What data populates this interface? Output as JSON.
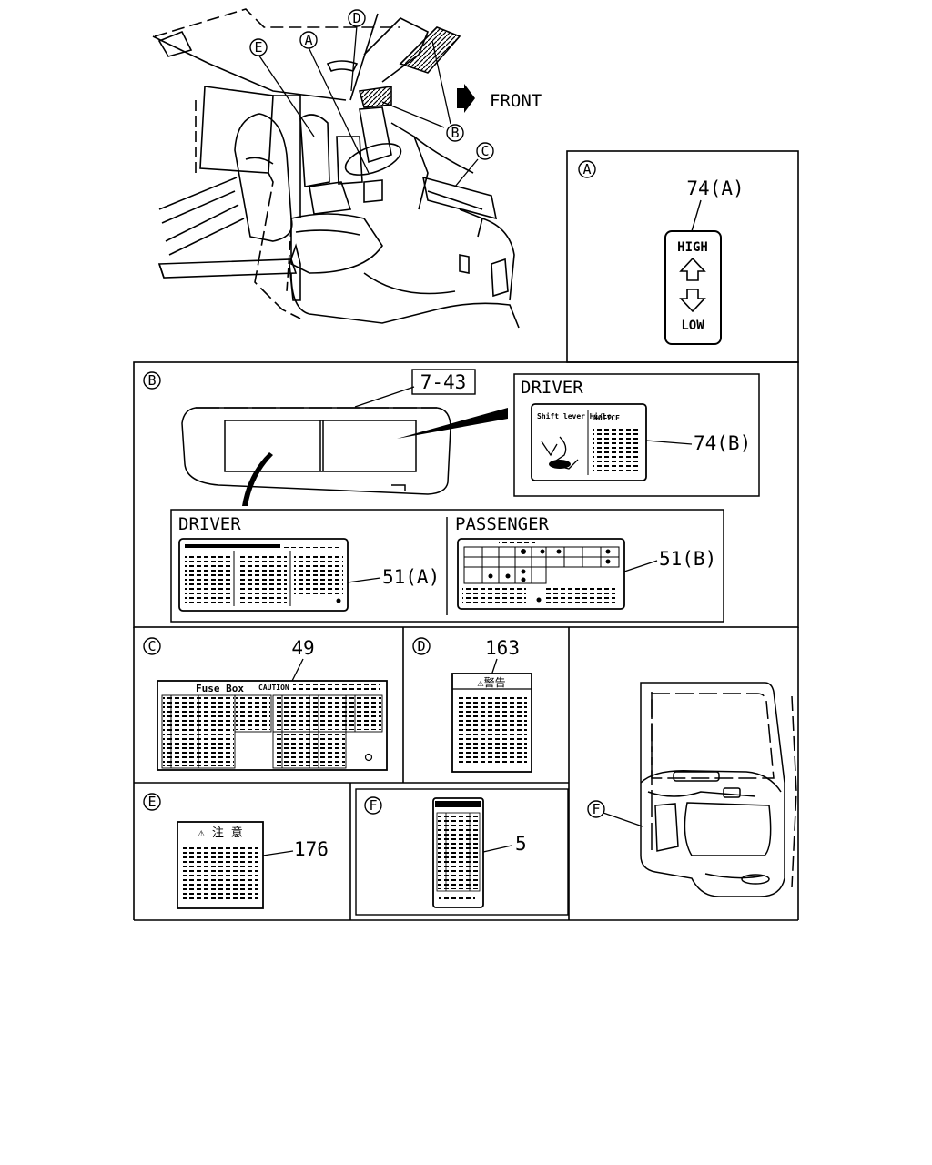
{
  "overview": {
    "front_label": "FRONT",
    "callouts": [
      "A",
      "B",
      "C",
      "D",
      "E"
    ]
  },
  "panel_a": {
    "letter": "A",
    "part": "74(A)",
    "label_high": "HIGH",
    "label_low": "LOW"
  },
  "panel_b": {
    "letter": "B",
    "visor_part": "7-43",
    "driver_inset_title": "DRIVER",
    "notice_heading": "NOTICE",
    "notice_part": "74(B)",
    "driver_title": "DRIVER",
    "driver_part": "51(A)",
    "passenger_title": "PASSENGER",
    "passenger_part": "51(B)"
  },
  "panel_c": {
    "letter": "C",
    "part": "49",
    "fuse_title": "Fuse Box",
    "caution": "CAUTION"
  },
  "panel_d": {
    "letter": "D",
    "part": "163",
    "heading": "⚠警告"
  },
  "panel_e": {
    "letter": "E",
    "part": "176",
    "heading": "⚠ 注 意"
  },
  "panel_f": {
    "letter": "F",
    "part": "5"
  },
  "door": {
    "callout": "F"
  }
}
